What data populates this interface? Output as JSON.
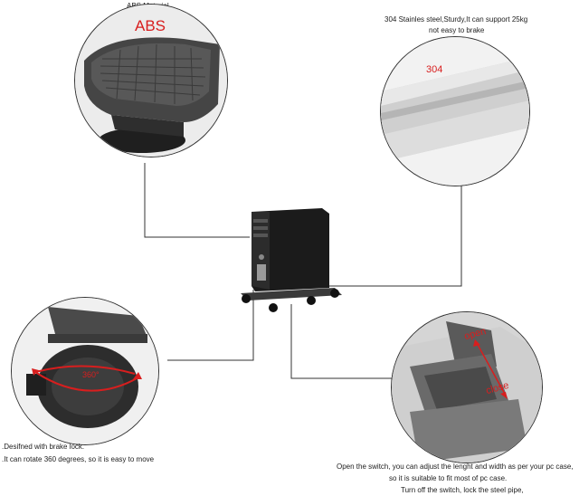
{
  "captions": {
    "abs_title": "ABS Material",
    "steel_line1": "304 Stainles steel,Sturdy,It can support 25kg",
    "steel_line2": "not easy to brake",
    "wheel_line1": ".Desifned with brake lock.",
    "wheel_line2": ".It can rotate 360 degrees, so it is easy to move",
    "adjust_line1": "Open the switch, you can adjust the lenght and width as per your pc case,",
    "adjust_line2": "so it is suitable to fit most of pc case.",
    "adjust_line3": "Turn off the switch, lock the steel pipe,"
  },
  "labels": {
    "abs_red": "ABS",
    "steel_304": "304",
    "wheel_360": "360°",
    "open": "open",
    "close": "close"
  },
  "colors": {
    "red": "#d81e1e",
    "line": "#3a3a3a",
    "plastic": "#3f3f3f",
    "steel": "#c9c9c9"
  }
}
